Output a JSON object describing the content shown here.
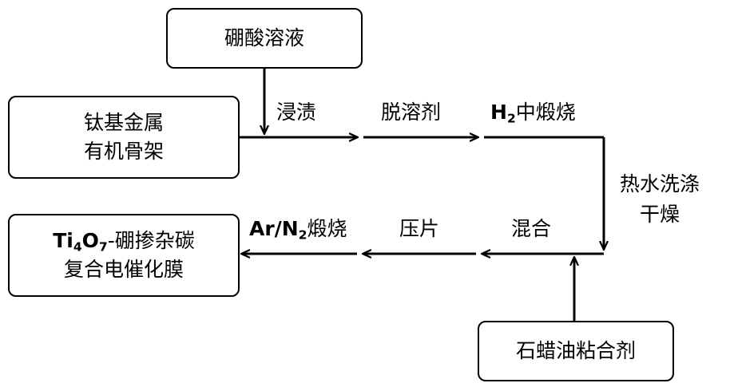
{
  "nodes": {
    "boric_acid": "硼酸溶液",
    "titanium_skeleton_line1": "钛基金属",
    "titanium_skeleton_line2": "有机骨架",
    "paraffin_binder": "石蜡油粘合剂",
    "product_main": "Ti",
    "product_sub1": "4",
    "product_o": "O",
    "product_sub2": "7",
    "product_rest_line1": "-硼掺杂碳",
    "product_line2": "复合电催化膜"
  },
  "steps": {
    "impregnation": "浸渍",
    "desolvation": "脱溶剂",
    "h2_prefix": "H",
    "h2_sub": "2",
    "h2_suffix": "中煅烧",
    "hot_wash_line1": "热水洗涤",
    "hot_wash_line2": "干燥",
    "mixing": "混合",
    "pressing": "压片",
    "ar_prefix": "Ar/N",
    "ar_sub": "2",
    "ar_suffix": "煅烧"
  }
}
